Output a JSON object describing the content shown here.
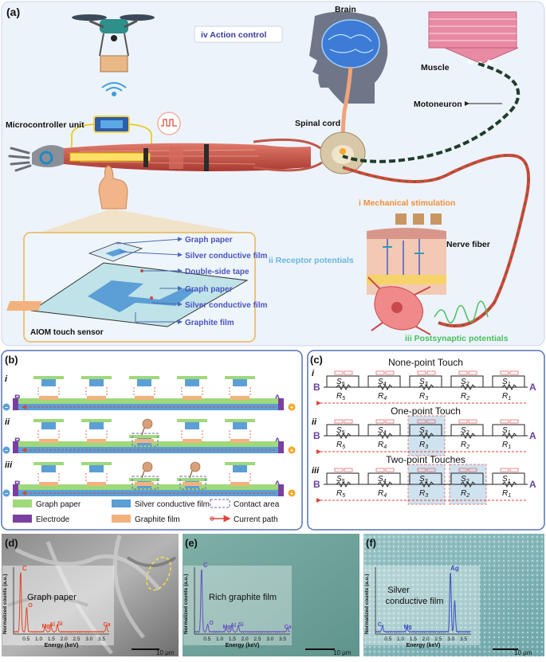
{
  "panel_a": {
    "label": "(a)",
    "brain": "Brain",
    "action_control": "iv  Action control",
    "muscle": "Muscle",
    "microcontroller": "Microcontroller unit",
    "spinal_cord": "Spinal cord",
    "motoneuron": "Motoneuron",
    "mechanical_stimulation": "i  Mechanical stimulation",
    "receptor_potentials": "ii  Receptor potentials",
    "nerve_fiber": "Nerve fiber",
    "postsynaptic_potentials": "iii  Postsynaptic potentials",
    "sensor_layers": [
      "Graph paper",
      "Silver conductive film",
      "Double-side tape",
      "Graph paper",
      "Silver conductive film",
      "Graphite film"
    ],
    "sensor_title": "AIOM touch sensor"
  },
  "panel_b": {
    "label": "(b)",
    "rows": [
      "i",
      "ii",
      "iii"
    ],
    "end_b": "B",
    "end_a": "A",
    "legend": {
      "graph_paper": "Graph paper",
      "silver": "Silver conductive film",
      "contact": "Contact area",
      "electrode": "Electrode",
      "graphite": "Graphite film",
      "current": "Current path"
    }
  },
  "panel_c": {
    "label": "(c)",
    "rows": [
      {
        "num": "i",
        "title": "None-point Touch"
      },
      {
        "num": "ii",
        "title": "One-point Touch"
      },
      {
        "num": "iii",
        "title": "Two-point Touches"
      }
    ],
    "end_b": "B",
    "end_a": "A",
    "switches": [
      "S5",
      "S4",
      "S3",
      "S2",
      "S1"
    ],
    "resistors": [
      "R5",
      "R4",
      "R3",
      "R2",
      "R1"
    ]
  },
  "panel_d": {
    "label": "(d)",
    "title": "Graph paper",
    "ylabel": "Normalized counts (a.u.)",
    "xlabel": "Energy (keV)",
    "ticks": [
      "0.5",
      "1.0",
      "1.5",
      "2.0",
      "2.5",
      "3.0",
      "3.5"
    ],
    "peaks": [
      "C",
      "O",
      "Mg",
      "Al",
      "Si",
      "Ca"
    ],
    "scale": "10 μm"
  },
  "panel_e": {
    "label": "(e)",
    "title": "Rich graphite film",
    "ylabel": "Normalized counts (a.u.)",
    "xlabel": "Energy (keV)",
    "ticks": [
      "0.5",
      "1.0",
      "1.5",
      "2.0",
      "2.5",
      "3.0",
      "3.5"
    ],
    "peaks": [
      "C",
      "O",
      "Mg",
      "Al",
      "Si",
      "Ca"
    ],
    "scale": "10 μm"
  },
  "panel_f": {
    "label": "(f)",
    "title_line1": "Silver",
    "title_line2": "conductive film",
    "ylabel": "Normalized counts (a.u.)",
    "xlabel": "Energy (keV)",
    "ticks": [
      "0.5",
      "1.0",
      "1.5",
      "2.0",
      "2.5",
      "3.0",
      "3.5"
    ],
    "peaks": [
      "C",
      "Mg",
      "Ag"
    ],
    "scale": "10 μm"
  },
  "colors": {
    "graph_paper": "#9ed97a",
    "silver": "#5b9fd6",
    "electrode": "#7a3fa0",
    "graphite": "#f2b27e",
    "current": "#d9473a",
    "panel_border": "#5672b5",
    "purple_text": "#6a3fa0"
  }
}
